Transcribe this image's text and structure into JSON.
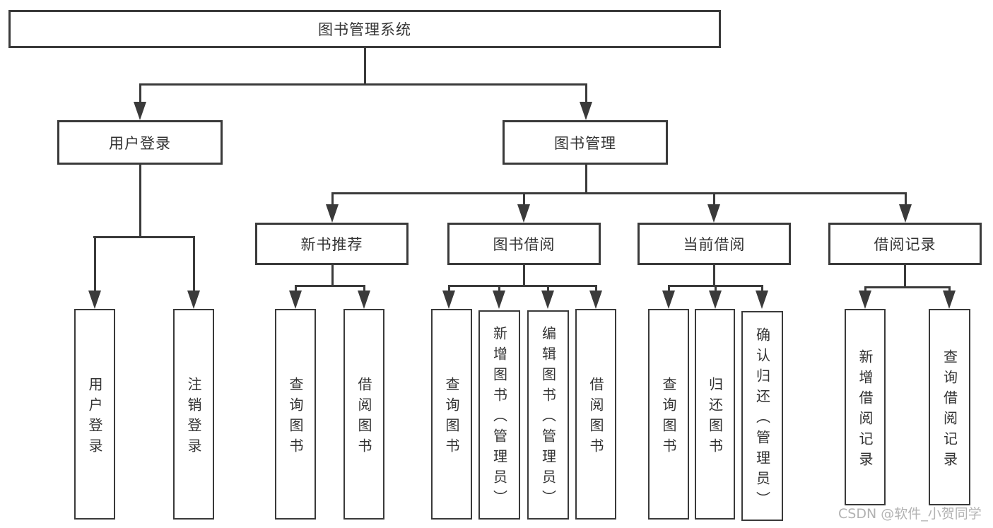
{
  "colors": {
    "line": "#3a3a3a",
    "text": "#333333",
    "background": "#ffffff",
    "watermark": "#b2b2b2"
  },
  "watermark": {
    "text": "CSDN @软件_小贺同学"
  },
  "diagram": {
    "type": "tree",
    "root": {
      "label": "图书管理系统"
    },
    "branches": [
      {
        "label": "用户登录",
        "children": [
          {
            "label": "用户登录"
          },
          {
            "label": "注销登录"
          }
        ]
      },
      {
        "label": "图书管理",
        "children": [
          {
            "label": "新书推荐",
            "children": [
              {
                "label": "查询图书"
              },
              {
                "label": "借阅图书"
              }
            ]
          },
          {
            "label": "图书借阅",
            "children": [
              {
                "label": "查询图书"
              },
              {
                "label": "新增图书（管理员）"
              },
              {
                "label": "编辑图书（管理员）"
              },
              {
                "label": "借阅图书"
              }
            ]
          },
          {
            "label": "当前借阅",
            "children": [
              {
                "label": "查询图书"
              },
              {
                "label": "归还图书"
              },
              {
                "label": "确认归还（管理员）"
              }
            ]
          },
          {
            "label": "借阅记录",
            "children": [
              {
                "label": "新增借阅记录"
              },
              {
                "label": "查询借阅记录"
              }
            ]
          }
        ]
      }
    ]
  }
}
